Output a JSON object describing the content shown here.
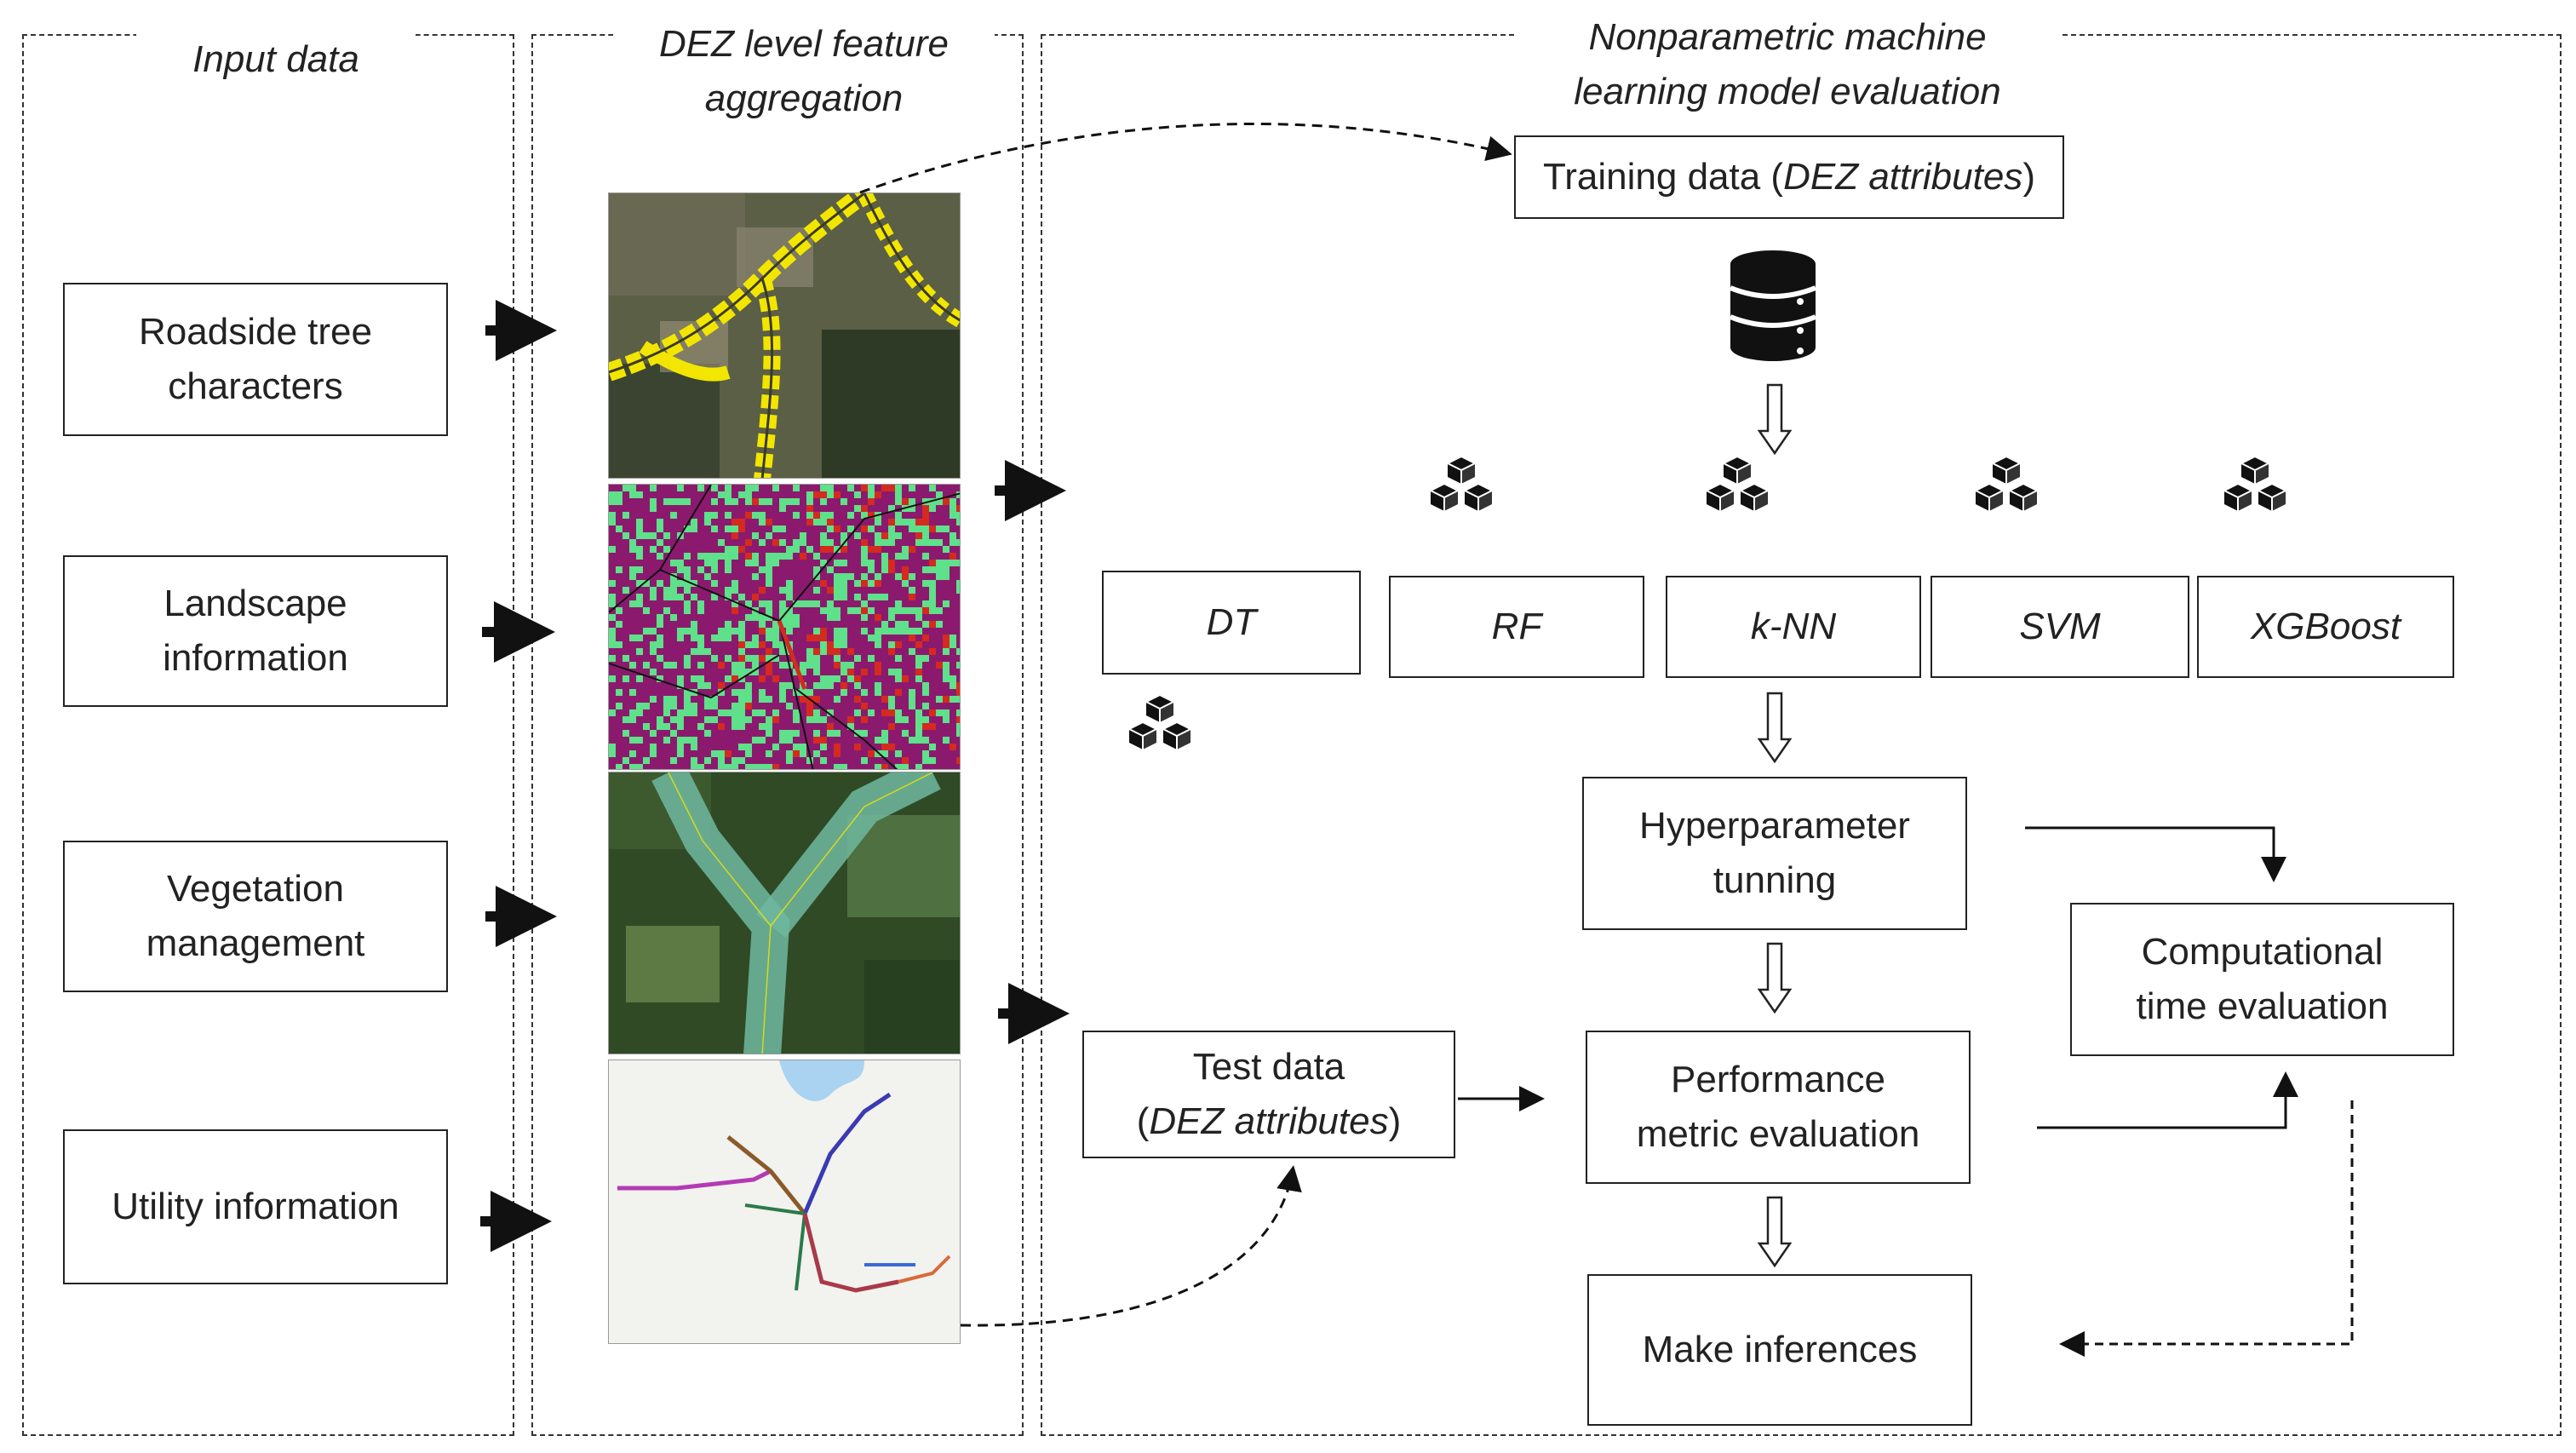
{
  "panels": {
    "input_title": "Input data",
    "dez_title_line1": "DEZ level feature",
    "dez_title_line2": "aggregation",
    "model_title_line1": "Nonparametric machine",
    "model_title_line2": "learning model evaluation"
  },
  "inputs": [
    {
      "line1": "Roadside tree",
      "line2": "characters"
    },
    {
      "line1": "Landscape",
      "line2": "information"
    },
    {
      "line1": "Vegetation",
      "line2": "management"
    },
    {
      "line1": "Utility information",
      "line2": ""
    }
  ],
  "training": {
    "prefix": "Training data (",
    "italic": "DEZ attributes",
    "suffix": ")"
  },
  "test": {
    "line1": "Test data",
    "prefix": "(",
    "italic": "DEZ attributes",
    "suffix": ")"
  },
  "models": [
    "DT",
    "RF",
    "k-NN",
    "SVM",
    "XGBoost"
  ],
  "steps": {
    "hyper_line1": "Hyperparameter",
    "hyper_line2": "tunning",
    "perf_line1": "Performance",
    "perf_line2": "metric evaluation",
    "comp_line1": "Computational",
    "comp_line2": "time evaluation",
    "infer": "Make inferences"
  },
  "icons": {
    "database": "database-icon",
    "model": "cubes-network-icon"
  },
  "colors": {
    "line": "#1a1a1a",
    "tree_yellow": "#f2e600",
    "land_purple": "#8b1a6e",
    "land_green": "#5fe08a",
    "land_red": "#d42a20",
    "buffer_teal": "#6fb8a0"
  }
}
